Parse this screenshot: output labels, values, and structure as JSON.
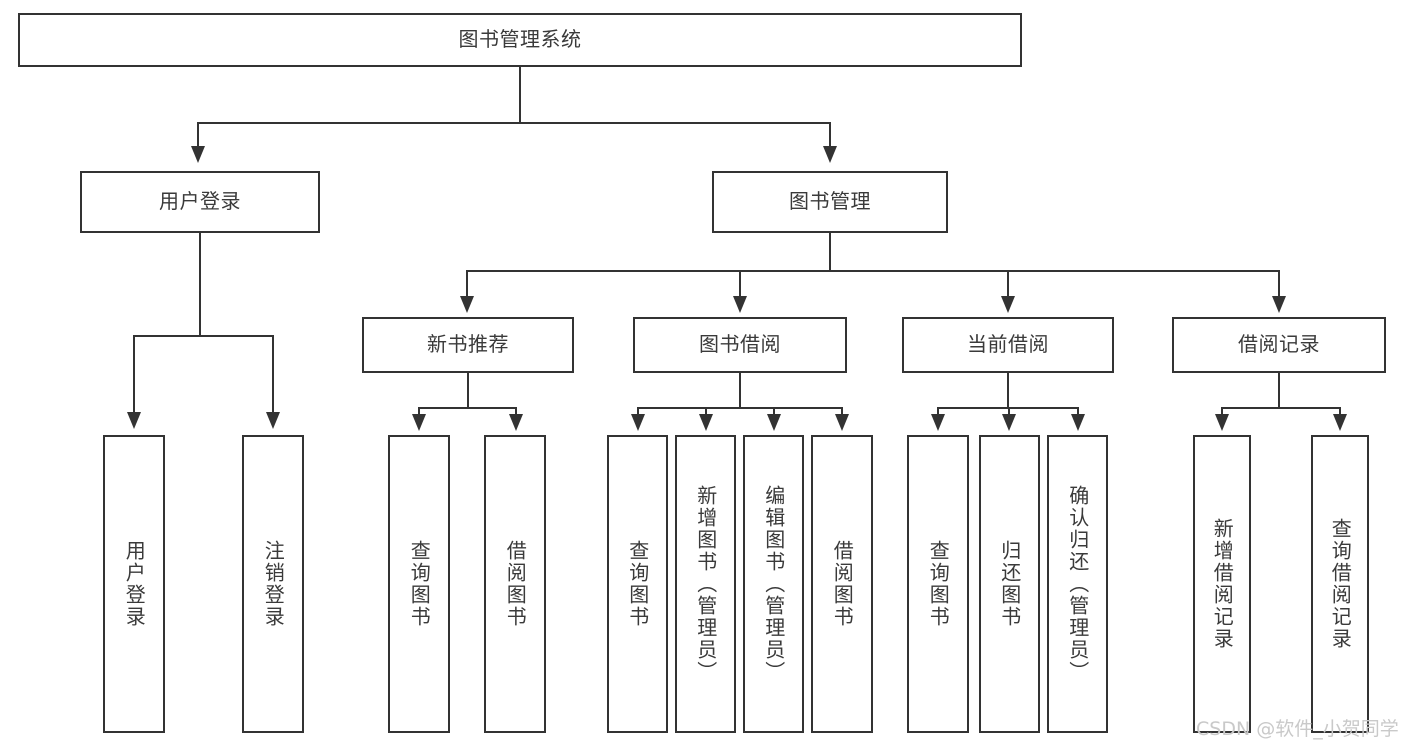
{
  "diagram": {
    "type": "tree",
    "title": "图书管理系统",
    "root": {
      "label": "图书管理系统"
    },
    "level2": [
      {
        "label": "用户登录"
      },
      {
        "label": "图书管理"
      }
    ],
    "level3": [
      {
        "label": "新书推荐"
      },
      {
        "label": "图书借阅"
      },
      {
        "label": "当前借阅"
      },
      {
        "label": "借阅记录"
      }
    ],
    "leaves": {
      "user_login": [
        {
          "label": "用户登录"
        },
        {
          "label": "注销登录"
        }
      ],
      "new_book_recommend": [
        {
          "label": "查询图书"
        },
        {
          "label": "借阅图书"
        }
      ],
      "book_borrow": [
        {
          "label": "查询图书"
        },
        {
          "label": "新增图书（管理员）"
        },
        {
          "label": "编辑图书（管理员）"
        },
        {
          "label": "借阅图书"
        }
      ],
      "current_borrow": [
        {
          "label": "查询图书"
        },
        {
          "label": "归还图书"
        },
        {
          "label": "确认归还（管理员）"
        }
      ],
      "borrow_record": [
        {
          "label": "新增借阅记录"
        },
        {
          "label": "查询借阅记录"
        }
      ]
    }
  },
  "watermark": {
    "text": "CSDN @软件_小贺同学"
  },
  "colors": {
    "stroke": "#333333",
    "text": "#3a3a3a",
    "background": "#ffffff",
    "watermark": "#c9c9c9"
  }
}
